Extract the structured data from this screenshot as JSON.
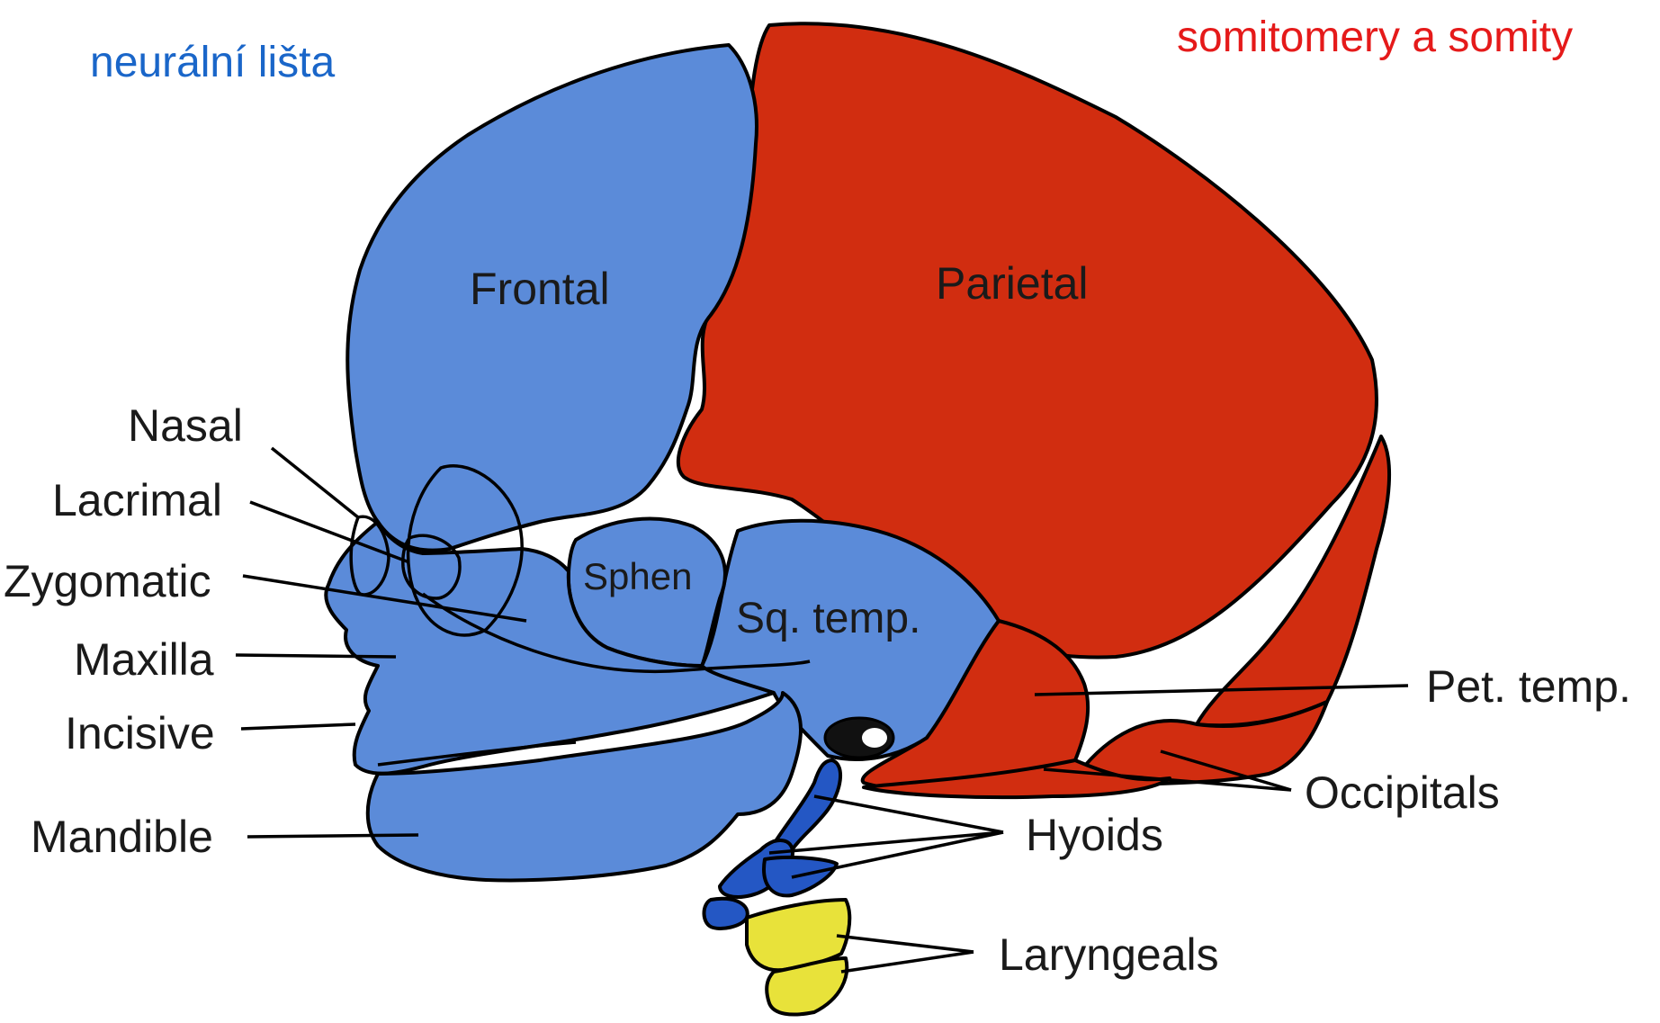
{
  "legend": {
    "neural_crest": {
      "text": "neurální lišta",
      "color": "#1a66c9"
    },
    "somites": {
      "text": "somitomery a somity",
      "color": "#e51a1a"
    }
  },
  "colors": {
    "neural_crest_fill": "#5b8bd9",
    "somite_fill": "#d12d10",
    "laryngeal_fill": "#e8e23a",
    "dark_blue_fill": "#2457c4"
  },
  "bones": {
    "frontal": "Frontal",
    "parietal": "Parietal",
    "sphen": "Sphen",
    "sq_temp": "Sq. temp."
  },
  "labels": {
    "nasal": "Nasal",
    "lacrimal": "Lacrimal",
    "zygomatic": "Zygomatic",
    "maxilla": "Maxilla",
    "incisive": "Incisive",
    "mandible": "Mandible",
    "pet_temp": "Pet. temp.",
    "occipitals": "Occipitals",
    "hyoids": "Hyoids",
    "laryngeals": "Laryngeals"
  }
}
